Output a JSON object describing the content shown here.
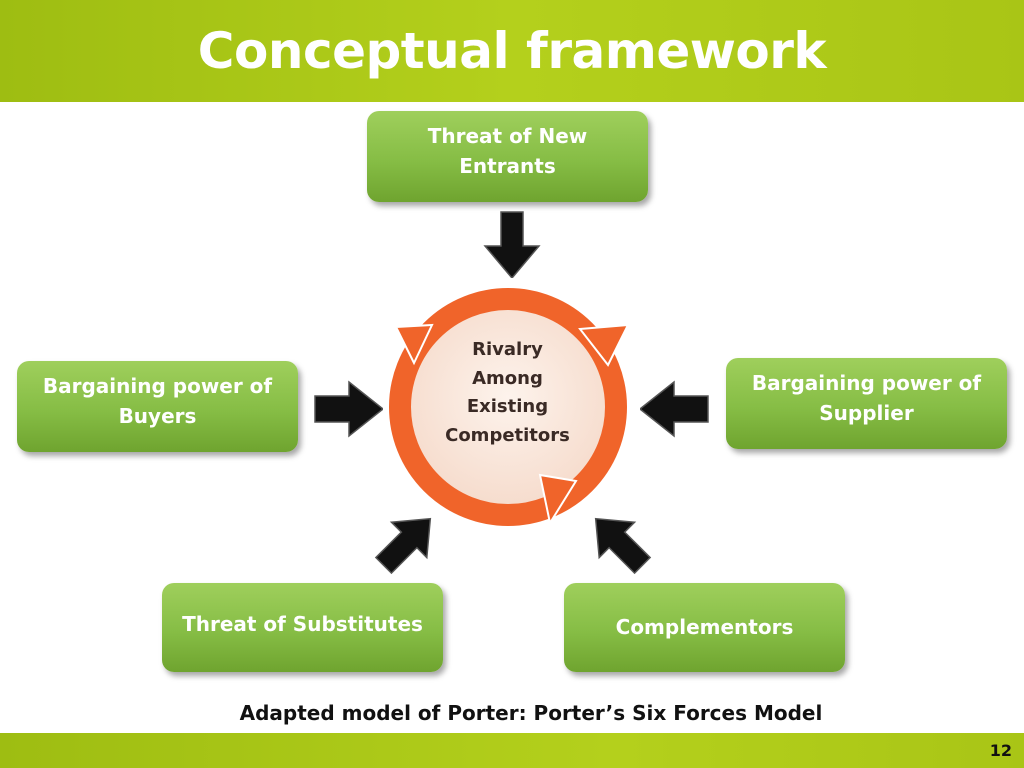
{
  "slide": {
    "title": "Conceptual framework",
    "page_number": "12",
    "caption": "Adapted model of Porter: Porter’s Six Forces Model"
  },
  "center": {
    "lines": [
      "Rivalry",
      "Among",
      "Existing",
      "Competitors"
    ]
  },
  "forces": {
    "new_entrants": {
      "line1": "Threat of New",
      "line2": "Entrants"
    },
    "buyers": {
      "line1": "Bargaining power of",
      "line2": "Buyers"
    },
    "supplier": {
      "line1": "Bargaining power of",
      "line2": "Supplier"
    },
    "substitutes": {
      "line1": "Threat of Substitutes"
    },
    "complementors": {
      "line1": "Complementors"
    }
  },
  "colors": {
    "header_green": "#b4d01c",
    "box_green": "#86bd45",
    "cycle_orange": "#f0642a",
    "center_fill": "#fbe8de",
    "arrow": "#111111"
  }
}
